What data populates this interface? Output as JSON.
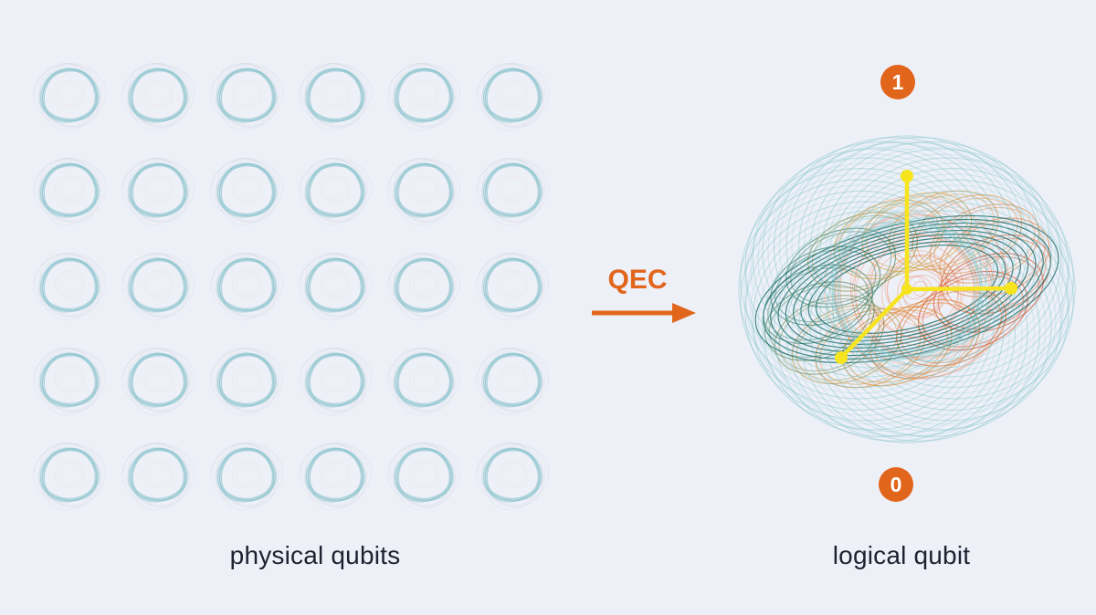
{
  "physical": {
    "label": "physical qubits",
    "grid": {
      "rows": 5,
      "cols": 6,
      "count": 30
    }
  },
  "qec": {
    "label": "QEC"
  },
  "logical": {
    "label": "logical qubit",
    "top_badge": "1",
    "bottom_badge": "0"
  },
  "icons": [
    "qec-right-arrow",
    "physical-qubit-glyph",
    "bloch-sphere"
  ],
  "colors": {
    "background": "#eef0f8",
    "text": "#1c2230",
    "accent_orange": "#e2651c",
    "qubit_teal": "#5fb0bc",
    "qubit_grey": "#9aa8ad",
    "qubit_salmon": "#e8917a",
    "shell_teal": "#7cc3c6",
    "dark_teal": "#1e6e6d",
    "band_colors": [
      "#e08a52",
      "#dd6a38",
      "#d74a28",
      "#d94f2a",
      "#e0702c",
      "#e0832c",
      "#e08a2e",
      "#d99238",
      "#b99a48",
      "#7f9058",
      "#4f8760",
      "#337f68",
      "#2f7f6a",
      "#3f8668",
      "#8f9a54",
      "#c9a84e",
      "#d8a84a",
      "#d9a050",
      "#dd9a58",
      "#e09255"
    ],
    "inner_salmon": "#ef9d83",
    "axis_yellow": "#f6e41f"
  }
}
